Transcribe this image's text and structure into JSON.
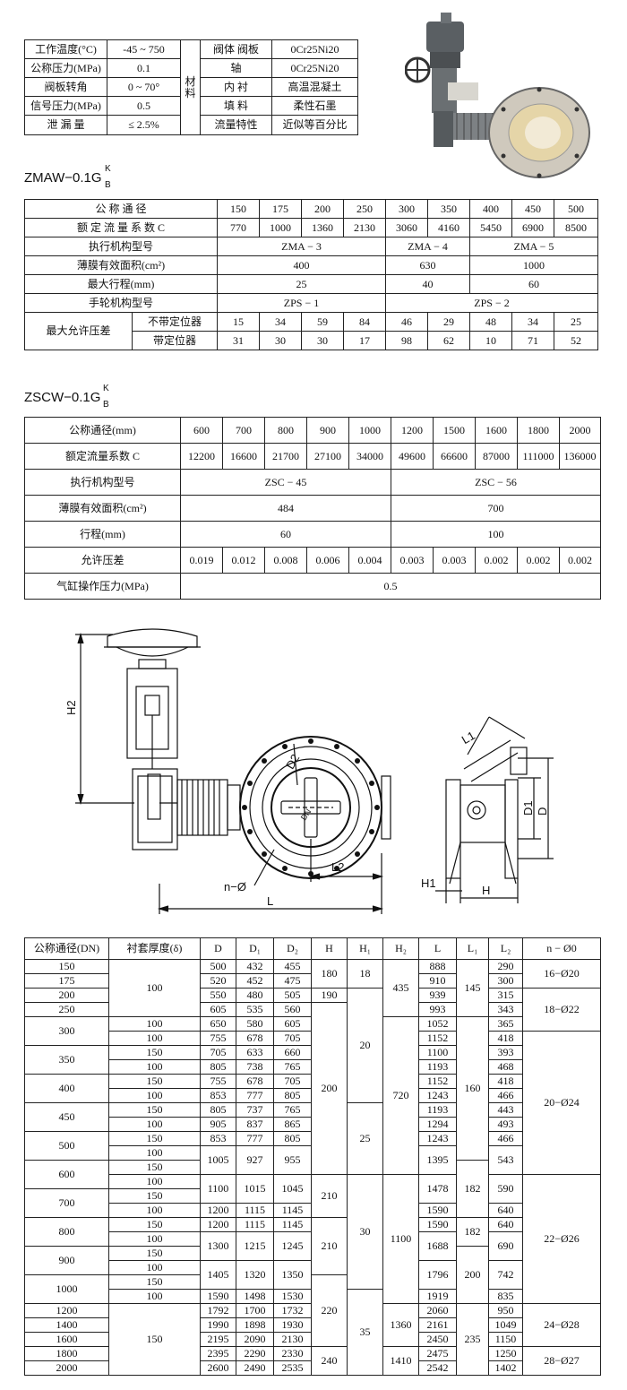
{
  "spec": {
    "rows": [
      {
        "k1": "工作温度(°C)",
        "v1": "-45 ~ 750",
        "k2": "阀体 阀板",
        "v2": "0Cr25Ni20"
      },
      {
        "k1": "公称压力(MPa)",
        "v1": "0.1",
        "k2": "轴",
        "v2": "0Cr25Ni20"
      },
      {
        "k1": "阀板转角",
        "v1": "0 ~ 70°",
        "k2": "内 衬",
        "v2": "高温混凝土"
      },
      {
        "k1": "信号压力(MPa)",
        "v1": "0.5",
        "k2": "填 料",
        "v2": "柔性石墨"
      },
      {
        "k1": "泄 漏 量",
        "v1": "≤ 2.5%",
        "k2": "流量特性",
        "v2": "近似等百分比"
      }
    ],
    "material_label": "材 料"
  },
  "zmaw": {
    "model": "ZMAW−0.1G",
    "sup": "K",
    "sub": "B",
    "row1_label": "公 称 通 径",
    "dn": [
      "150",
      "175",
      "200",
      "250",
      "300",
      "350",
      "400",
      "450",
      "500"
    ],
    "row2_label": "额 定 流 量 系 数 C",
    "cv": [
      "770",
      "1000",
      "1360",
      "2130",
      "3060",
      "4160",
      "5450",
      "6900",
      "8500"
    ],
    "act_label": "执行机构型号",
    "act": [
      "ZMA − 3",
      "ZMA − 4",
      "ZMA − 5"
    ],
    "area_label": "薄膜有效面积(cm²)",
    "area": [
      "400",
      "630",
      "1000"
    ],
    "stroke_label": "最大行程(mm)",
    "stroke": [
      "25",
      "40",
      "60"
    ],
    "hand_label": "手轮机构型号",
    "hand": [
      "ZPS − 1",
      "ZPS − 2"
    ],
    "dp_label": "最大允许压差",
    "no_pos_label": "不带定位器",
    "no_pos": [
      "15",
      "34",
      "59",
      "84",
      "46",
      "29",
      "48",
      "34",
      "25"
    ],
    "pos_label": "带定位器",
    "pos": [
      "31",
      "30",
      "30",
      "17",
      "98",
      "62",
      "10",
      "71",
      "52"
    ]
  },
  "zscw": {
    "model": "ZSCW−0.1G",
    "sup": "K",
    "sub": "B",
    "dn_label": "公称通径(mm)",
    "dn": [
      "600",
      "700",
      "800",
      "900",
      "1000",
      "1200",
      "1500",
      "1600",
      "1800",
      "2000"
    ],
    "cv_label": "额定流量系数 C",
    "cv": [
      "12200",
      "16600",
      "21700",
      "27100",
      "34000",
      "49600",
      "66600",
      "87000",
      "111000",
      "136000"
    ],
    "act_label": "执行机构型号",
    "act": [
      "ZSC − 45",
      "ZSC − 56"
    ],
    "area_label": "薄膜有效面积(cm²)",
    "area": [
      "484",
      "700"
    ],
    "stroke_label": "行程(mm)",
    "stroke": [
      "60",
      "100"
    ],
    "dp_label": "允许压差",
    "dp": [
      "0.019",
      "0.012",
      "0.008",
      "0.006",
      "0.004",
      "0.003",
      "0.003",
      "0.002",
      "0.002",
      "0.002"
    ],
    "air_label": "气缸操作压力(MPa)",
    "air": "0.5"
  },
  "drawing": {
    "h2": "H2",
    "d2": "D2",
    "dn": "DN",
    "n_phi": "n−Ø",
    "l2": "L2",
    "l": "L",
    "l1": "L1",
    "d1": "D1",
    "d": "D",
    "h1": "H1",
    "h": "H"
  },
  "dim": {
    "headers": [
      "公称通径(DN)",
      "衬套厚度(δ)",
      "D",
      "D₁",
      "D₂",
      "H",
      "H₁",
      "H₂",
      "L",
      "L₁",
      "L₂",
      "n − Ø0"
    ],
    "dn": [
      "150",
      "175",
      "200",
      "250",
      "300",
      "",
      "350",
      "",
      "400",
      "",
      "450",
      "",
      "500",
      "",
      "600",
      "",
      "700",
      "",
      "800",
      "",
      "900",
      "",
      "1000",
      "",
      "1200",
      "1400",
      "1600",
      "1800",
      "2000"
    ],
    "delta": [
      "100",
      "100",
      "100",
      "150",
      "100",
      "150",
      "100",
      "150",
      "100",
      "150",
      "100",
      "150",
      "100",
      "150",
      "100",
      "150",
      "100",
      "150",
      "100",
      "150",
      "100",
      "150",
      "100",
      "150",
      "150"
    ],
    "D": [
      "500",
      "520",
      "550",
      "605",
      "650",
      "755",
      "705",
      "805",
      "755",
      "853",
      "805",
      "905",
      "853",
      "1005",
      "1100",
      "1200",
      "1200",
      "1300",
      "1405",
      "1590",
      "1792",
      "1990",
      "2195",
      "2395",
      "2600"
    ],
    "D1": [
      "432",
      "452",
      "480",
      "535",
      "580",
      "678",
      "633",
      "738",
      "678",
      "777",
      "737",
      "837",
      "777",
      "927",
      "1015",
      "1115",
      "1115",
      "1215",
      "1320",
      "1498",
      "1700",
      "1898",
      "2090",
      "2290",
      "2490"
    ],
    "D2": [
      "455",
      "475",
      "505",
      "560",
      "605",
      "705",
      "660",
      "765",
      "705",
      "805",
      "765",
      "865",
      "805",
      "955",
      "1045",
      "1145",
      "1145",
      "1245",
      "1350",
      "1530",
      "1732",
      "1930",
      "2130",
      "2330",
      "2535"
    ],
    "H": [
      "180",
      "190",
      "200",
      "210",
      "210",
      "220",
      "240"
    ],
    "H1": [
      "18",
      "20",
      "25",
      "30",
      "35"
    ],
    "H2": [
      "435",
      "720",
      "1100",
      "1360",
      "1410"
    ],
    "L": [
      "888",
      "910",
      "939",
      "993",
      "1052",
      "1152",
      "1100",
      "1193",
      "1152",
      "1243",
      "1193",
      "1294",
      "1243",
      "1395",
      "1478",
      "1590",
      "1590",
      "1688",
      "1796",
      "1919",
      "2060",
      "2161",
      "2450",
      "2475",
      "2542"
    ],
    "L1": [
      "145",
      "160",
      "182",
      "182",
      "200",
      "235"
    ],
    "L2": [
      "290",
      "300",
      "315",
      "343",
      "365",
      "418",
      "393",
      "468",
      "418",
      "466",
      "443",
      "493",
      "466",
      "543",
      "590",
      "640",
      "640",
      "690",
      "742",
      "835",
      "950",
      "1049",
      "1150",
      "1250",
      "1402"
    ],
    "n": [
      "16−Ø20",
      "18−Ø22",
      "20−Ø24",
      "22−Ø26",
      "24−Ø28",
      "28−Ø27"
    ]
  }
}
